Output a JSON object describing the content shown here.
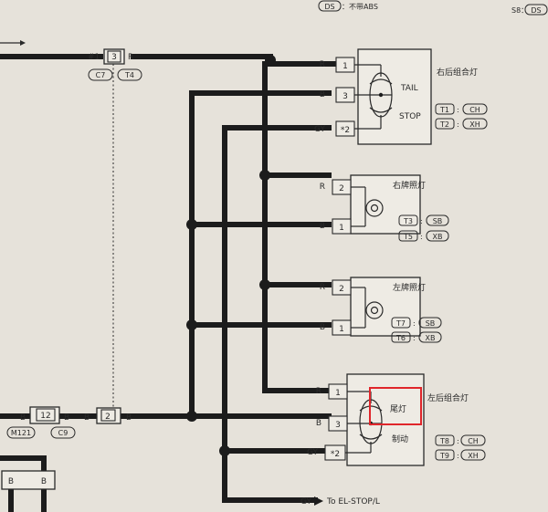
{
  "header": {
    "left_tag": "DS",
    "left_text": "：不带ABS",
    "right_text": "S8：",
    "right_tag": "DS"
  },
  "connectors": {
    "top_left": {
      "pin_left": "#1",
      "num": "3",
      "wire_right": "R",
      "codes": [
        "C7",
        "T4"
      ]
    },
    "bottom_left": {
      "wire_b1": "B",
      "num": "12",
      "wire_b2": "B",
      "codes": [
        "M121",
        "C9"
      ]
    },
    "bottom_mid": {
      "wire_left": "B",
      "num": "2",
      "wire_right": "B"
    },
    "bottom_edge": {
      "b1": "B",
      "b2": "B"
    }
  },
  "lamps": {
    "rear_combo_right": {
      "title": "右后组合灯",
      "tail": "TAIL",
      "stop": "STOP",
      "pins": [
        {
          "wire": "R",
          "num": "1"
        },
        {
          "wire": "B",
          "num": "3"
        },
        {
          "wire": "GY",
          "num": "*2"
        }
      ],
      "codes": [
        {
          "code": "T1",
          "tag": "CH"
        },
        {
          "code": "T2",
          "tag": "XH"
        }
      ]
    },
    "plate_right": {
      "title": "右牌照灯",
      "pins": [
        {
          "wire": "R",
          "num": "2"
        },
        {
          "wire": "B",
          "num": "1"
        }
      ],
      "codes": [
        {
          "code": "T3",
          "tag": "SB"
        },
        {
          "code": "T5",
          "tag": "XB"
        }
      ]
    },
    "plate_left": {
      "title": "左牌照灯",
      "pins": [
        {
          "wire": "R",
          "num": "2"
        },
        {
          "wire": "B",
          "num": "1"
        }
      ],
      "codes": [
        {
          "code": "T7",
          "tag": "SB"
        },
        {
          "code": "T6",
          "tag": "XB"
        }
      ]
    },
    "rear_combo_left": {
      "title": "左后组合灯",
      "tail": "尾灯",
      "stop": "制动",
      "pins": [
        {
          "wire": "R",
          "num": "1"
        },
        {
          "wire": "B",
          "num": "3"
        },
        {
          "wire": "GY",
          "num": "*2"
        }
      ],
      "codes": [
        {
          "code": "T8",
          "tag": "CH"
        },
        {
          "code": "T9",
          "tag": "XH"
        }
      ]
    }
  },
  "footer": {
    "wire": "GY",
    "arrow_text": "To EL-STOP/L"
  },
  "colors": {
    "highlight": "#e0262b",
    "wire": "#1c1c1c"
  }
}
